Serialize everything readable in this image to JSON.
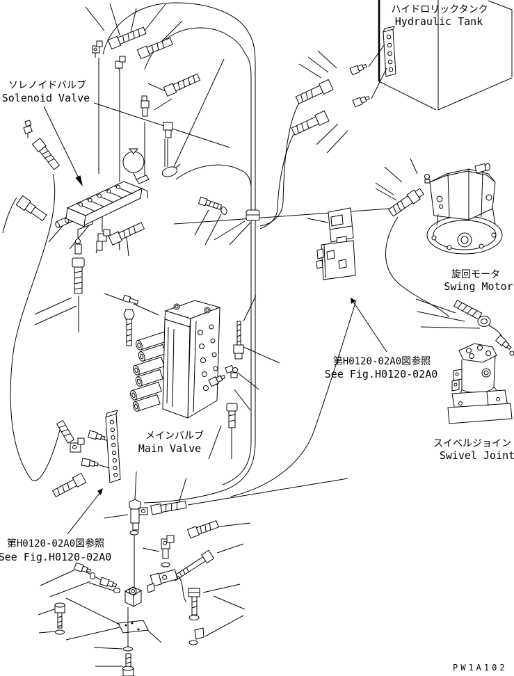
{
  "figure": {
    "code": "PW1A102"
  },
  "labels": {
    "hydraulic_tank": {
      "jp": "ハイドロリックタンク",
      "en": "Hydraulic Tank"
    },
    "solenoid_valve": {
      "jp": "ソレノイドバルブ",
      "en": "Solenoid Valve"
    },
    "swing_motor": {
      "jp": "旋回モータ",
      "en": "Swing Motor"
    },
    "main_valve": {
      "jp": "メインバルブ",
      "en": "Main Valve"
    },
    "swivel_joint": {
      "jp": "スイベルジョイント",
      "en": "Swivel Joint"
    },
    "see_fig_right": {
      "jp": "第H0120-02A0図参照",
      "en": "See Fig.H0120-02A0"
    },
    "see_fig_bottom_left": {
      "jp": "第H0120-02A0図参照",
      "en": "See Fig.H0120-02A0"
    }
  },
  "colors": {
    "line": "#000000",
    "background": "#ffffff"
  }
}
